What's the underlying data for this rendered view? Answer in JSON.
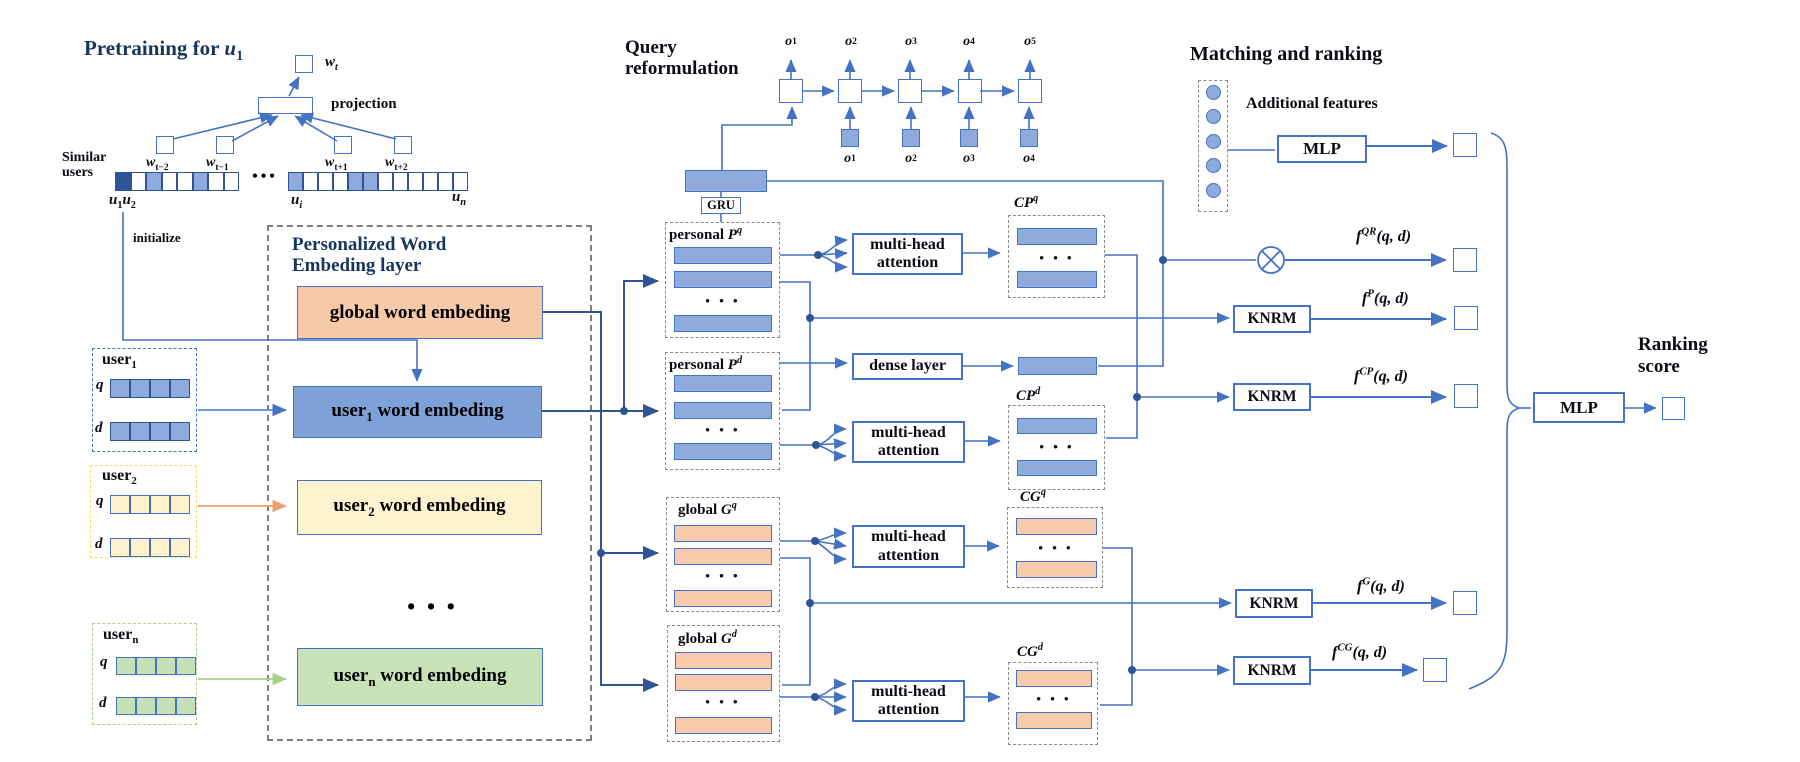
{
  "misc": {
    "dots": "• • •",
    "row_dots": "•••"
  },
  "colors": {
    "line": "#4472C4",
    "dark_line": "#2F5597",
    "blue_fill": "#8FAADC",
    "orange_fill": "#F7CBAC",
    "peach_box": "#F6C9A8",
    "blue_box": "#7EA1D8",
    "cream_box": "#FEF3CE",
    "green_box": "#C8E3B8",
    "user1_dash": "#4472C4",
    "user2_dash": "#FFD966",
    "usern_dash": "#A9D18E"
  },
  "pretraining": {
    "title": "Pretraining for <i>u</i><sub>1</sub>",
    "wt": "<i>w<sub>t</sub></i>",
    "projection": "projection",
    "context": [
      "<i>w</i><sub>t−2</sub>",
      "<i>w</i><sub>t−1</sub>",
      "<i>w</i><sub>t+1</sub>",
      "<i>w</i><sub>t+2</sub>"
    ],
    "similar_users": "Similar<br>users",
    "u12": "<i>u</i><sub>1</sub><i>u</i><sub>2</sub>",
    "ui": "<i>u<sub>i</sub></i>",
    "un": "<i>u<sub>n</sub></i>",
    "initialize": "initialize",
    "cells_left": [
      "dark",
      "white",
      "light",
      "white",
      "white",
      "light",
      "white",
      "white"
    ],
    "cells_right": [
      "light",
      "white",
      "white",
      "white",
      "light",
      "light",
      "white",
      "white",
      "white",
      "white",
      "white",
      "white"
    ]
  },
  "users": {
    "u1": {
      "title": "user<sub>1</sub>",
      "q": "<i>q</i>",
      "d": "<i>d</i>",
      "cells": [
        "blue",
        "blue",
        "blue",
        "blue"
      ]
    },
    "u2": {
      "title": "user<sub>2</sub>",
      "q": "<i>q</i>",
      "d": "<i>d</i>",
      "cells": [
        "cream",
        "cream",
        "cream",
        "cream"
      ]
    },
    "un": {
      "title": "user<sub>n</sub>",
      "q": "<i>q</i>",
      "d": "<i>d</i>",
      "cells": [
        "green",
        "green",
        "green",
        "green"
      ]
    }
  },
  "embedding": {
    "title": "Personalized Word<br>Embeding layer",
    "global_label": "global word embeding",
    "user1_label": "user<sub>1</sub> word embeding",
    "user2_label": "user<sub>2</sub> word embeding",
    "usern_label": "user<sub>n</sub> word embeding"
  },
  "qr": {
    "title": "Query<br>reformulation",
    "gru": "GRU",
    "outputs": [
      "<i>o</i><sub>1</sub>",
      "<i>o</i><sub>2</sub>",
      "<i>o</i><sub>3</sub>",
      "<i>o</i><sub>4</sub>",
      "<i>o</i><sub>5</sub>"
    ],
    "inputs": [
      "<i>o</i><sub>1</sub>",
      "<i>o</i><sub>2</sub>",
      "<i>o</i><sub>3</sub>",
      "<i>o</i><sub>4</sub>"
    ]
  },
  "stacks": {
    "pq": "personal <i>P<sup>q</sup></i>",
    "pd": "personal <i>P<sup>d</sup></i>",
    "gq": "global <i>G<sup>q</sup></i>",
    "gd": "global <i>G<sup>d</sup></i>",
    "cpq": "<i>CP<sup>q</sup></i>",
    "cpd": "<i>CP<sup>d</sup></i>",
    "cgq": "<i>CG<sup>q</sup></i>",
    "cgd": "<i>CG<sup>d</sup></i>"
  },
  "ops": {
    "mha": "multi-head attention",
    "dense": "dense layer",
    "knrm": "KNRM",
    "mlp": "MLP"
  },
  "matching": {
    "title": "Matching and ranking",
    "additional": "Additional features",
    "f_qr": "<i>f<sup>QR</sup>(q, d)</i>",
    "f_p": "<i>f<sup>P</sup>(q, d)</i>",
    "f_cp": "<i>f<sup>CP</sup>(q, d)</i>",
    "f_g": "<i>f<sup>G</sup>(q, d)</i>",
    "f_cg": "<i>f<sup>CG</sup>(q, d)</i>"
  },
  "final": {
    "title": "Ranking<br>score"
  }
}
